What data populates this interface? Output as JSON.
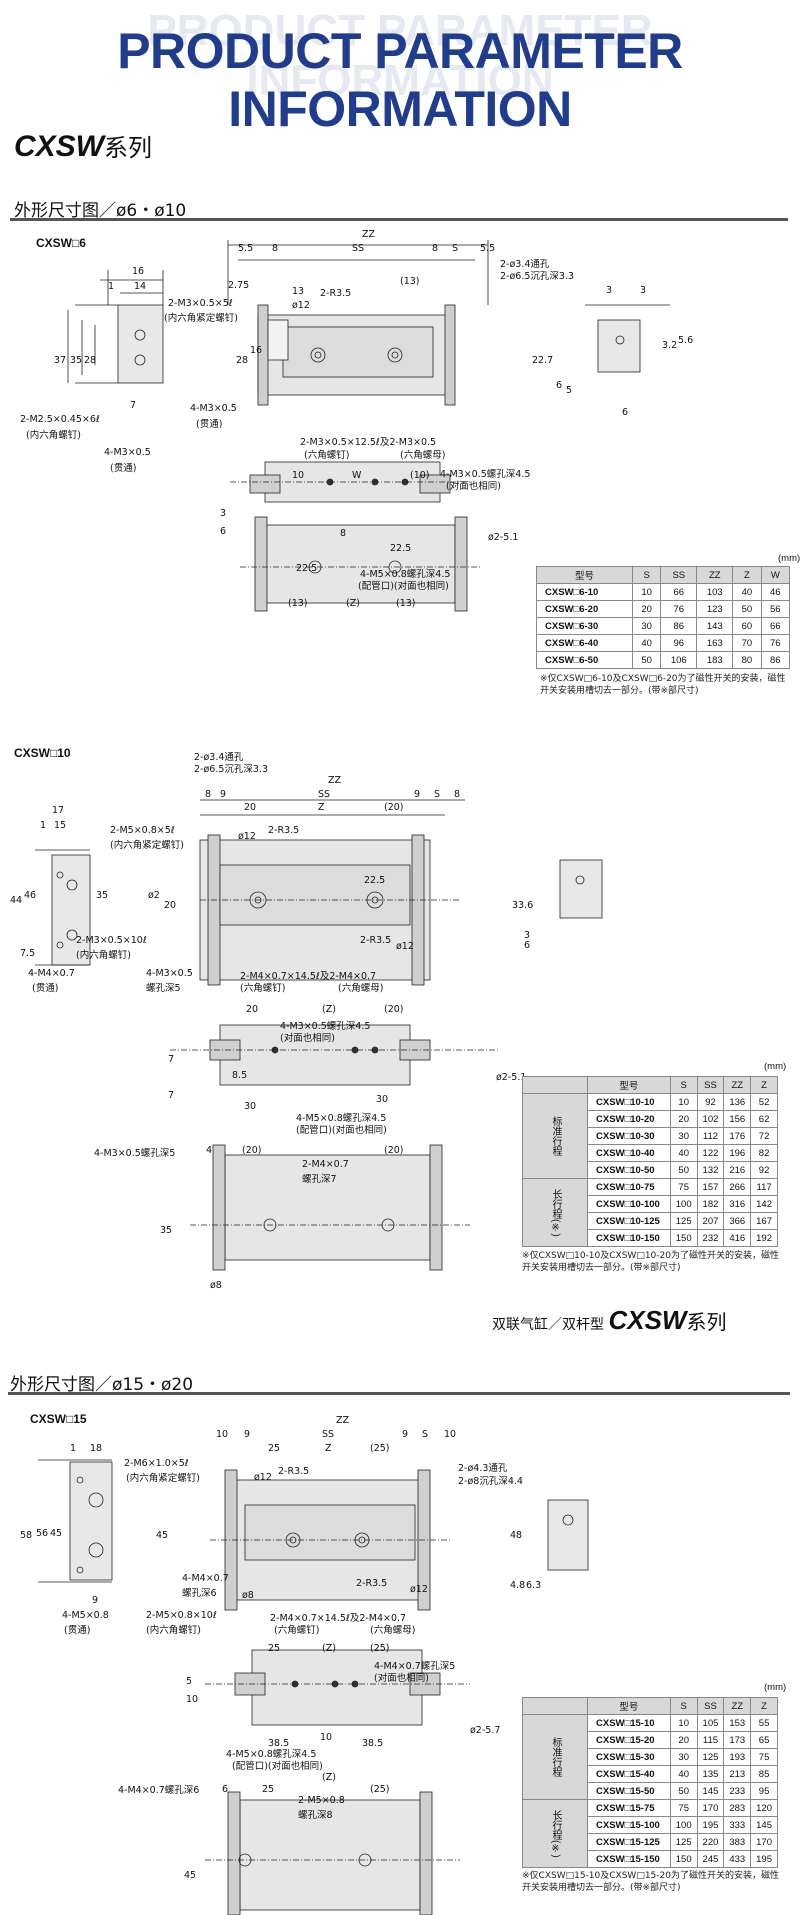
{
  "banner": {
    "title": "PRODUCT PARAMETER INFORMATION",
    "ghost": "PRODUCT PARAMETER INFORMATION"
  },
  "series": {
    "name": "CXSW",
    "suffix": "系列"
  },
  "section1": {
    "heading": "外形尺寸图／ø6・ø10",
    "model6": {
      "label": "CXSW□6",
      "dims_top": [
        "ZZ",
        "5.5",
        "8",
        "SS",
        "8",
        "S",
        "5.5"
      ],
      "dim_2_75": "2.75",
      "callouts": [
        "2-ø3.4通孔",
        "2-ø6.5沉孔深3.3",
        "2-M3×0.5×5ℓ",
        "(内六角紧定螺钉)",
        "4-M3×0.5",
        "(贯通)",
        "2-M2.5×0.45×6ℓ",
        "(内六角螺钉)",
        "4-M3×0.5",
        "(贯通)",
        "2-M3×0.5×12.5ℓ及2-M3×0.5",
        "(六角螺钉)",
        "(六角螺母)",
        "4-M3×0.5螺孔深4.5",
        "(对面也相同)",
        "4-M5×0.8螺孔深4.5",
        "(配管口)(对面也相同)"
      ],
      "dims_side": [
        "16",
        "14",
        "1",
        "37",
        "35",
        "28",
        "7",
        "13",
        "(13)",
        "ø12",
        "2-R3.5",
        "28",
        "16",
        "10",
        "W",
        "(10)",
        "3",
        "6",
        "8",
        "22.5",
        "22.5",
        "ø2-5.1",
        "(13)",
        "(Z)",
        "(13)",
        "3",
        "3",
        "22.7",
        "3.2",
        "5.6",
        "5",
        "6",
        "6"
      ],
      "table": {
        "unit": "(mm)",
        "headers": [
          "型号",
          "S",
          "SS",
          "ZZ",
          "Z",
          "W"
        ],
        "rows": [
          [
            "CXSW□6-10",
            "10",
            "66",
            "103",
            "40",
            "46"
          ],
          [
            "CXSW□6-20",
            "20",
            "76",
            "123",
            "50",
            "56"
          ],
          [
            "CXSW□6-30",
            "30",
            "86",
            "143",
            "60",
            "66"
          ],
          [
            "CXSW□6-40",
            "40",
            "96",
            "163",
            "70",
            "76"
          ],
          [
            "CXSW□6-50",
            "50",
            "106",
            "183",
            "80",
            "86"
          ]
        ],
        "note": "※仅CXSW□6-10及CXSW□6-20为了磁性开关的安装，磁性开关安装用槽切去一部分。(带※部尺寸)"
      }
    },
    "model10": {
      "label": "CXSW□10",
      "callouts": [
        "2-ø3.4通孔",
        "2-ø6.5沉孔深3.3",
        "2-M5×0.8×5ℓ",
        "(内六角紧定螺钉)",
        "2-M3×0.5×10ℓ",
        "(内六角螺钉)",
        "4-M4×0.7",
        "(贯通)",
        "4-M3×0.5",
        "螺孔深5",
        "2-M4×0.7×14.5ℓ及2-M4×0.7",
        "(六角螺钉)",
        "(六角螺母)",
        "4-M3×0.5螺孔深4.5",
        "(对面也相同)",
        "4-M5×0.8螺孔深4.5",
        "(配管口)(对面也相同)",
        "4-M3×0.5螺孔深5",
        "2-M4×0.7",
        "螺孔深7"
      ],
      "dims": [
        "ZZ",
        "SS",
        "9",
        "S",
        "8",
        "8",
        "9",
        "20",
        "Z",
        "(20)",
        "17",
        "15",
        "1",
        "44",
        "46",
        "35",
        "7.5",
        "ø12",
        "2-R3.5",
        "ø2",
        "20",
        "22.5",
        "ø12",
        "2-R3.5",
        "33.6",
        "3",
        "6",
        "(Z)",
        "20",
        "(20)",
        "8.5",
        "7",
        "7",
        "30",
        "30",
        "ø2-5.1",
        "4",
        "(20)",
        "(20)",
        "35",
        "ø8"
      ],
      "table": {
        "unit": "(mm)",
        "headers": [
          "型号",
          "S",
          "SS",
          "ZZ",
          "Z"
        ],
        "group1": "标准行程",
        "group2": "长行程(※)",
        "rows": [
          [
            "CXSW□10-10",
            "10",
            "92",
            "136",
            "52"
          ],
          [
            "CXSW□10-20",
            "20",
            "102",
            "156",
            "62"
          ],
          [
            "CXSW□10-30",
            "30",
            "112",
            "176",
            "72"
          ],
          [
            "CXSW□10-40",
            "40",
            "122",
            "196",
            "82"
          ],
          [
            "CXSW□10-50",
            "50",
            "132",
            "216",
            "92"
          ],
          [
            "CXSW□10-75",
            "75",
            "157",
            "266",
            "117"
          ],
          [
            "CXSW□10-100",
            "100",
            "182",
            "316",
            "142"
          ],
          [
            "CXSW□10-125",
            "125",
            "207",
            "366",
            "167"
          ],
          [
            "CXSW□10-150",
            "150",
            "232",
            "416",
            "192"
          ]
        ],
        "note": "※仅CXSW□10-10及CXSW□10-20为了磁性开关的安装，磁性开关安装用槽切去一部分。(带※部尺寸)"
      }
    },
    "footer": {
      "prefix": "双联气缸／双杆型",
      "name": "CXSW",
      "suffix": "系列"
    }
  },
  "section2": {
    "heading": "外形尺寸图／ø15・ø20",
    "model15": {
      "label": "CXSW□15",
      "callouts": [
        "2-M6×1.0×5ℓ",
        "(内六角紧定螺钉)",
        "2-ø4.3通孔",
        "2-ø8沉孔深4.4",
        "4-M4×0.7",
        "螺孔深6",
        "2-M5×0.8×10ℓ",
        "(内六角螺钉)",
        "4-M5×0.8",
        "(贯通)",
        "2-M4×0.7×14.5ℓ及2-M4×0.7",
        "(六角螺钉)",
        "(六角螺母)",
        "4-M4×0.7螺孔深5",
        "(对面也相同)",
        "4-M5×0.8螺孔深4.5",
        "(配管口)(对面也相同)",
        "4-M4×0.7螺孔深6",
        "2-M5×0.8",
        "螺孔深8"
      ],
      "dims": [
        "ZZ",
        "10",
        "9",
        "SS",
        "9",
        "S",
        "10",
        "25",
        "Z",
        "(25)",
        "1",
        "18",
        "58",
        "56",
        "45",
        "9",
        "ø12",
        "2-R3.5",
        "45",
        "ø8",
        "2-R3.5",
        "ø12",
        "48",
        "4.8",
        "6.3",
        "(Z)",
        "(25)",
        "25",
        "5",
        "10",
        "38.5",
        "10",
        "38.5",
        "ø2-5.7",
        "(Z)",
        "(25)",
        "25",
        "6",
        "45"
      ],
      "table": {
        "unit": "(mm)",
        "headers": [
          "型号",
          "S",
          "SS",
          "ZZ",
          "Z"
        ],
        "group1": "标准行程",
        "group2": "长行程(※)",
        "rows": [
          [
            "CXSW□15-10",
            "10",
            "105",
            "153",
            "55"
          ],
          [
            "CXSW□15-20",
            "20",
            "115",
            "173",
            "65"
          ],
          [
            "CXSW□15-30",
            "30",
            "125",
            "193",
            "75"
          ],
          [
            "CXSW□15-40",
            "40",
            "135",
            "213",
            "85"
          ],
          [
            "CXSW□15-50",
            "50",
            "145",
            "233",
            "95"
          ],
          [
            "CXSW□15-75",
            "75",
            "170",
            "283",
            "120"
          ],
          [
            "CXSW□15-100",
            "100",
            "195",
            "333",
            "145"
          ],
          [
            "CXSW□15-125",
            "125",
            "220",
            "383",
            "170"
          ],
          [
            "CXSW□15-150",
            "150",
            "245",
            "433",
            "195"
          ]
        ],
        "note": "※仅CXSW□15-10及CXSW□15-20为了磁性开关的安装，磁性开关安装用槽切去一部分。(带※部尺寸)"
      }
    }
  }
}
